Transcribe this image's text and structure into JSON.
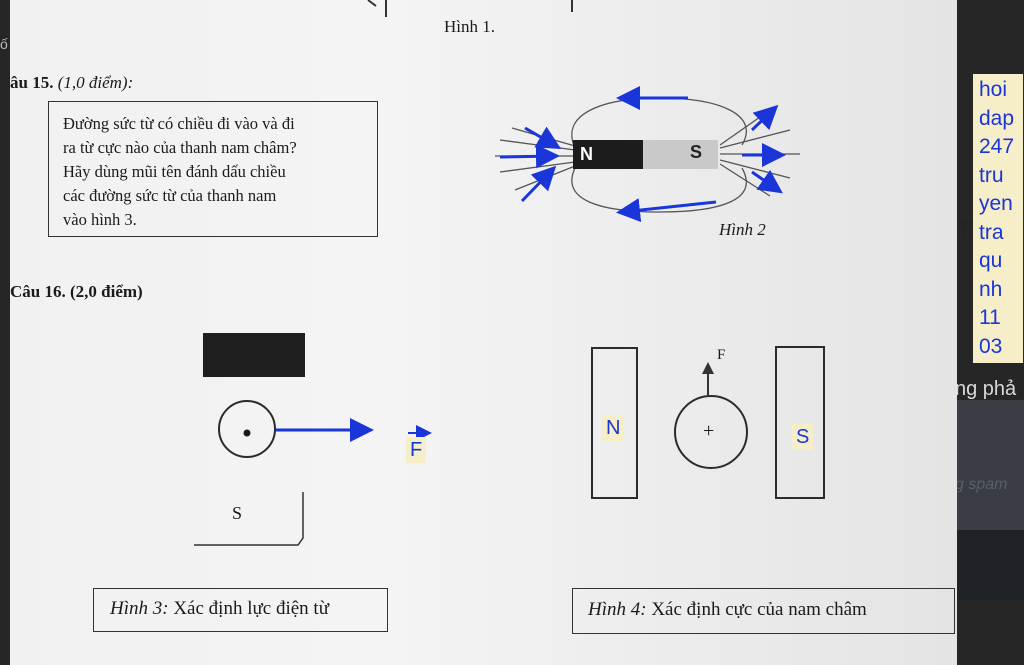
{
  "figure1": {
    "caption": "Hình 1."
  },
  "question15": {
    "heading": "âu 15.",
    "points": "(1,0 điểm):",
    "lines": [
      "Đường sức  từ có chiều đi vào và đi",
      "ra từ cực nào của thanh nam châm?",
      "Hãy dùng mũi tên đánh dấu chiều",
      "các đường sức từ của thanh nam",
      "vào hình 3."
    ]
  },
  "figure2": {
    "caption": "Hình 2",
    "pole_n": "N",
    "pole_s": "S"
  },
  "question16": {
    "heading": "Câu 16. (2,0 điểm)"
  },
  "figure3": {
    "pole_s": "S",
    "force_label": "F",
    "caption_italic": "Hình 3:",
    "caption_rest": " Xác định lực điện từ"
  },
  "figure4": {
    "pole_n": "N",
    "pole_s": "S",
    "force_label": "F",
    "current_symbol": "+",
    "caption_italic": "Hình 4:",
    "caption_rest": " Xác định cực của nam châm"
  },
  "watermark": {
    "lines": [
      "hoi",
      "dap",
      "247",
      "tru",
      "yen",
      "tra",
      "qu",
      "nh",
      "11",
      "03"
    ]
  },
  "background_text": {
    "t1": "ng phả",
    "t2": "g spam",
    "t3": "F",
    "t4": "ố"
  },
  "colors": {
    "annotation_blue": "#1a35d8",
    "label_bg": "#f5eec8",
    "ink": "#1b1b1b"
  }
}
